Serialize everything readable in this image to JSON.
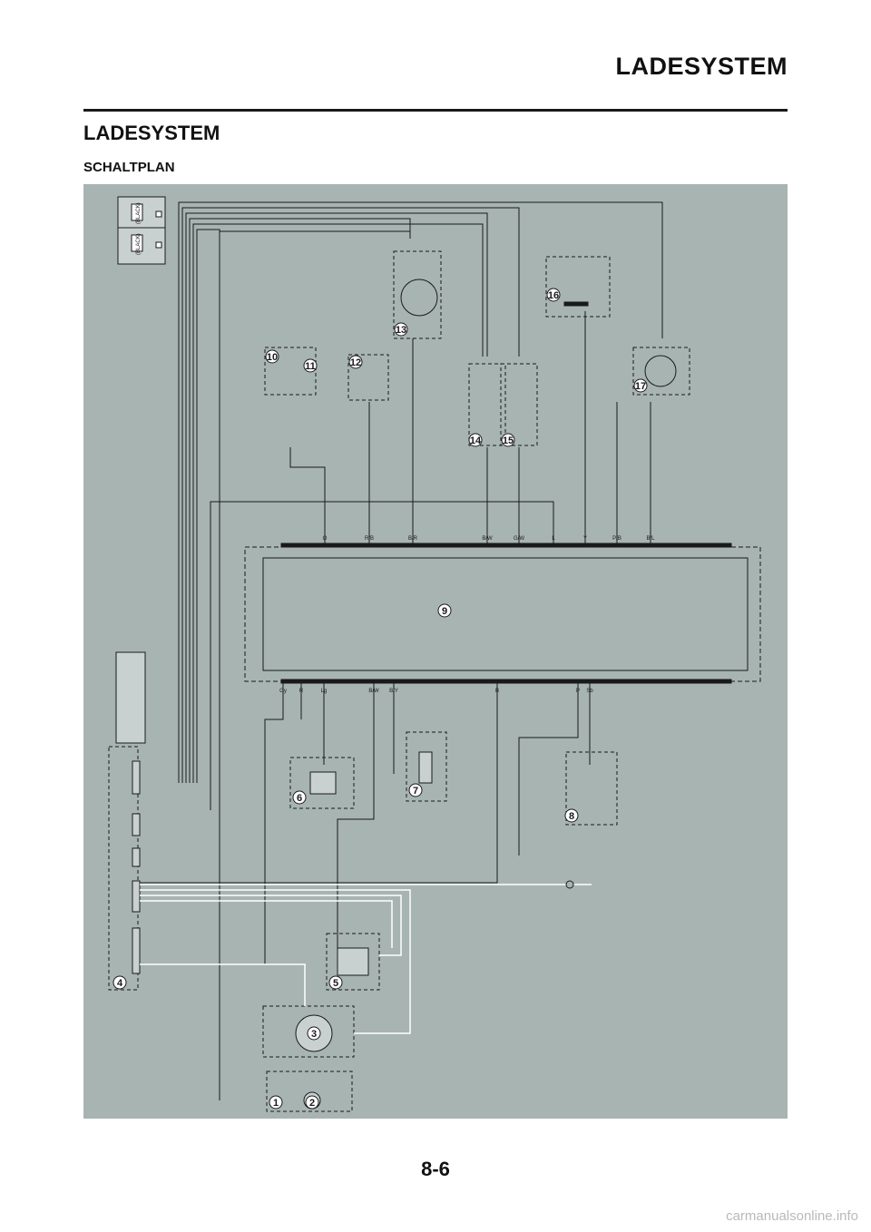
{
  "header": {
    "title": "LADESYSTEM"
  },
  "section": {
    "title": "LADESYSTEM",
    "subtitle": "SCHALTPLAN"
  },
  "diagram": {
    "component_numbers": [
      "1",
      "2",
      "3",
      "4",
      "5",
      "6",
      "7",
      "8",
      "9",
      "10",
      "11",
      "12",
      "13",
      "14",
      "15",
      "16",
      "17"
    ],
    "fuse_labels": [
      "(BLACK)",
      "(BLACK)"
    ],
    "top_wire_labels": [
      "O",
      "R/B",
      "B/R",
      "B/W",
      "G/W",
      "L",
      "Y",
      "P/B",
      "B/L"
    ],
    "bottom_wire_labels": [
      "Gy",
      "R",
      "Lg",
      "B/W",
      "B/Y",
      "B",
      "P",
      "Sb"
    ]
  },
  "footer": {
    "page_number": "8-6",
    "watermark": "carmanualsonline.info"
  }
}
